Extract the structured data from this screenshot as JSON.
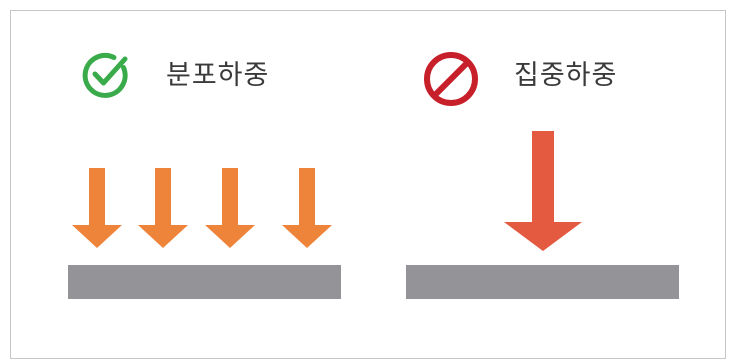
{
  "panels": {
    "left": {
      "label": "분포하중",
      "status_icon": "check-circle-icon",
      "status_color": "#3aab4a",
      "arrow_color": "#ee843a",
      "arrow_count": 4
    },
    "right": {
      "label": "집중하중",
      "status_icon": "prohibited-icon",
      "status_color": "#c8202a",
      "arrow_color": "#e35a40",
      "arrow_count": 1
    }
  },
  "beam_color": "#949498",
  "frame_border_color": "#c7c7c7"
}
